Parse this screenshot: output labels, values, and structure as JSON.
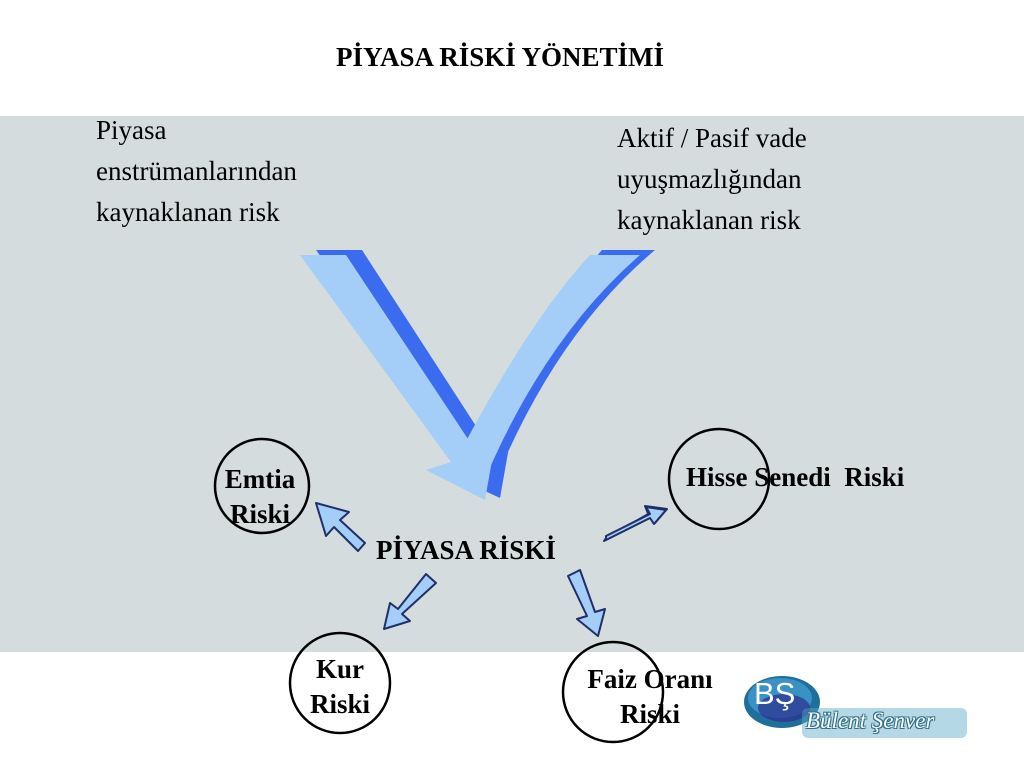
{
  "title": "PİYASA RİSKİ YÖNETİMİ",
  "sources": {
    "left": [
      "Piyasa",
      "enstrümanlarından",
      "kaynaklanan risk"
    ],
    "right": [
      "Aktif / Pasif vade",
      "uyuşmazlığından",
      "kaynaklanan risk"
    ]
  },
  "center": "PİYASA RİSKİ",
  "risks": {
    "emtia": [
      "Emtia",
      "Riski"
    ],
    "hisse": "Hisse Senedi  Riski",
    "kur": [
      "Kur",
      "Riski"
    ],
    "faiz": [
      "Faiz Oranı",
      "Riski"
    ]
  },
  "logo": {
    "initials": "BŞ",
    "name": "Bülent Şenver"
  },
  "colors": {
    "band": "#d4dcdd",
    "arrow_light": "#a4cdf7",
    "arrow_dark": "#3b6cf0"
  }
}
